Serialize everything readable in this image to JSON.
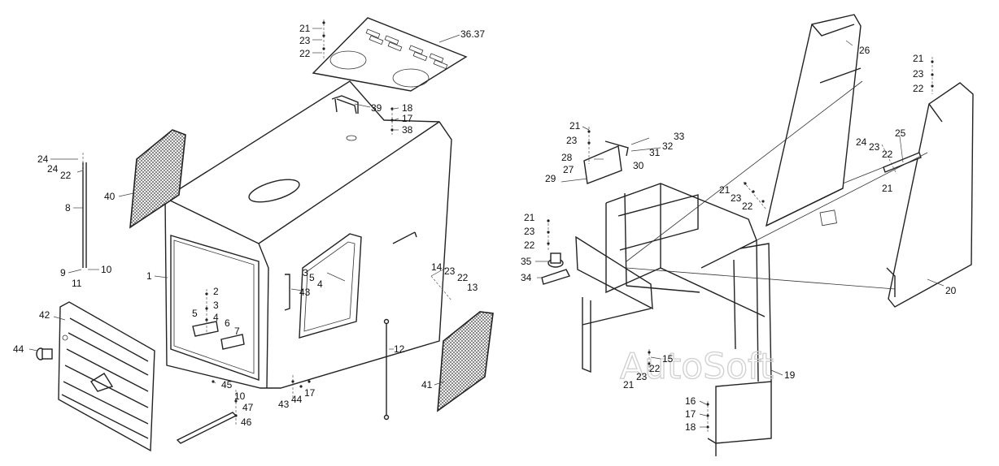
{
  "callouts": {
    "l_21a": "21",
    "l_23a": "23",
    "l_22a": "22",
    "l_3637": "36.37",
    "l_39": "39",
    "l_18a": "18",
    "l_17a": "17",
    "l_38": "38",
    "l_24a": "24",
    "l_24b": "24",
    "l_22b": "22",
    "l_40": "40",
    "l_8": "8",
    "l_9": "9",
    "l_10a": "10",
    "l_11": "11",
    "l_1": "1",
    "l_2": "2",
    "l_3a": "3",
    "l_4a": "4",
    "l_5a": "5",
    "l_6": "6",
    "l_7": "7",
    "l_3b": "3",
    "l_5b": "5",
    "l_4b": "4",
    "l_43a": "43",
    "l_14": "14",
    "l_23b": "23",
    "l_22c": "22",
    "l_13": "13",
    "l_42": "42",
    "l_44a": "44",
    "l_45": "45",
    "l_10b": "10",
    "l_47": "47",
    "l_46": "46",
    "l_12": "12",
    "l_41": "41",
    "l_43b": "43",
    "l_44b": "44",
    "l_17b": "17",
    "l_21b": "21",
    "l_23c": "23",
    "l_33": "33",
    "l_32": "32",
    "l_31": "31",
    "l_28": "28",
    "l_30": "30",
    "l_27": "27",
    "l_29": "29",
    "l_21c": "21",
    "l_23d": "23",
    "l_22d": "22",
    "l_35": "35",
    "l_34": "34",
    "l_21d": "21",
    "l_23e": "23",
    "l_22e": "22",
    "l_26": "26",
    "l_21e": "21",
    "l_23f": "23",
    "l_22f": "22",
    "l_25": "25",
    "l_24c": "24",
    "l_23g": "23",
    "l_22g": "22",
    "l_21f": "21",
    "l_20": "20",
    "l_15": "15",
    "l_22h": "22",
    "l_23h": "23",
    "l_21g": "21",
    "l_19": "19",
    "l_16": "16",
    "l_17c": "17",
    "l_18b": "18"
  },
  "watermark": "AutoSoft"
}
